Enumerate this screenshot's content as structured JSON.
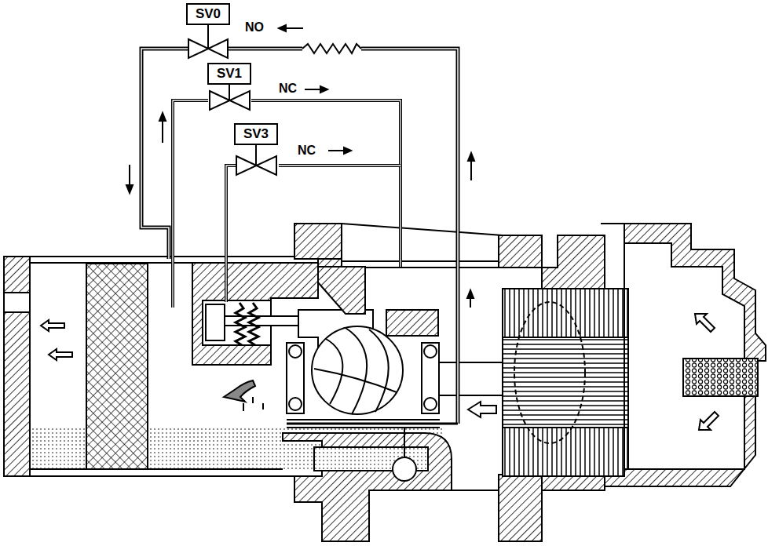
{
  "diagram": {
    "nodes": [
      {
        "text": [
          "SV0"
        ]
      },
      {
        "text": [
          "SV1"
        ]
      },
      {
        "text": [
          "SV3"
        ]
      }
    ],
    "labels": [
      "NO",
      "NC",
      "NC"
    ]
  }
}
